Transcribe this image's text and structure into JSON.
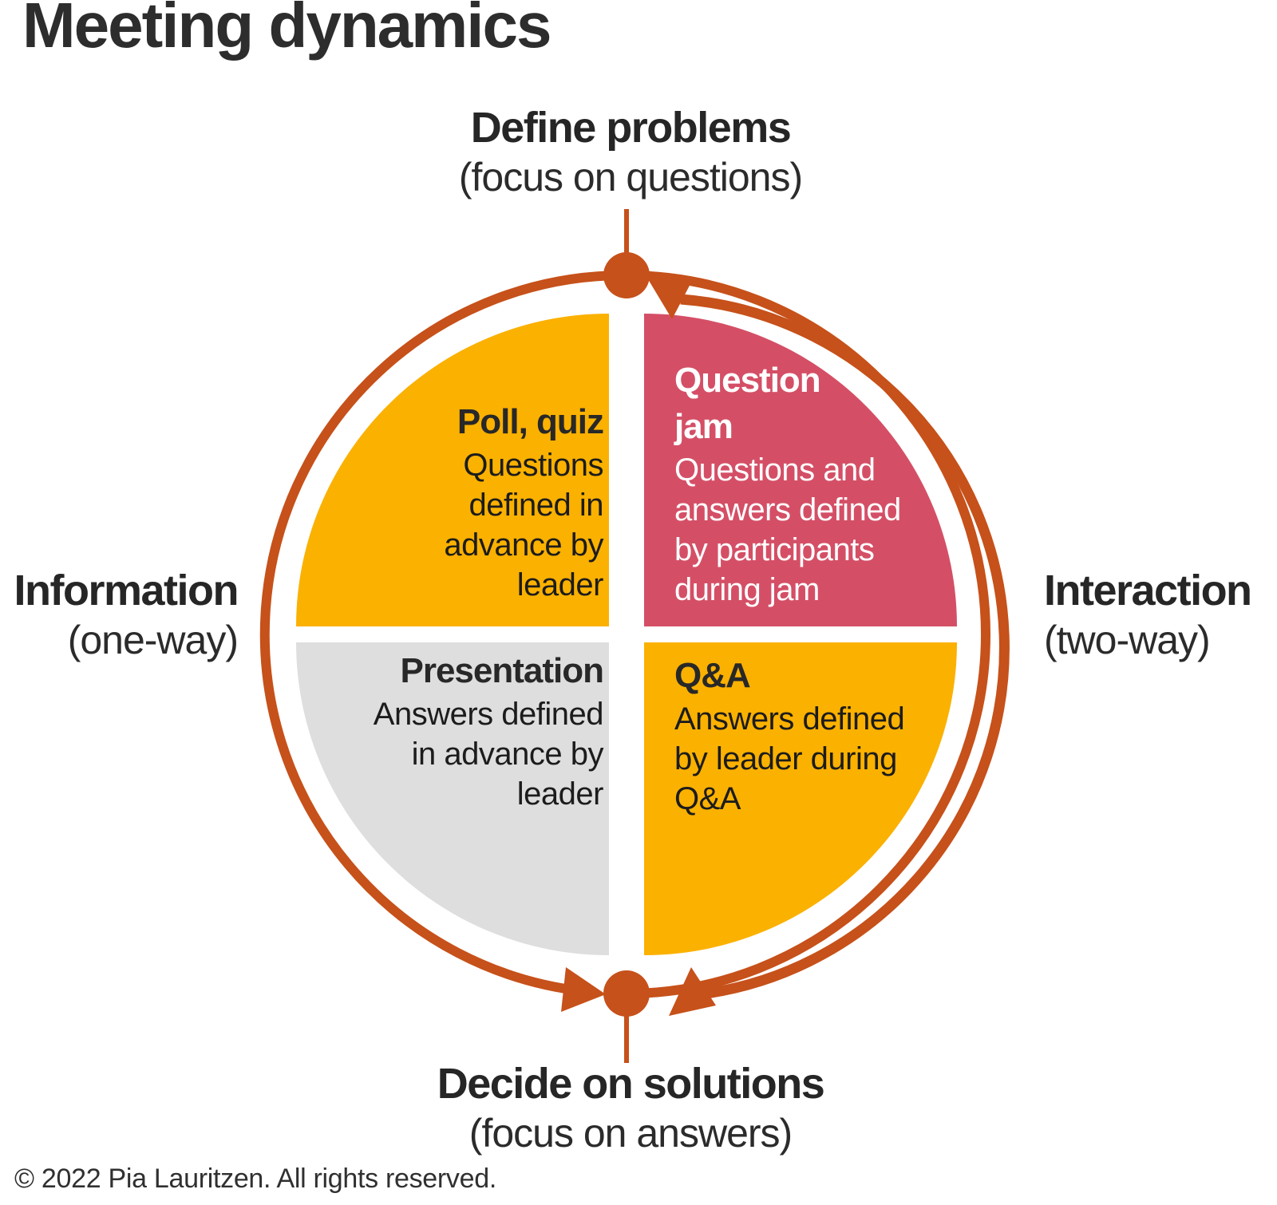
{
  "title": "Meeting dynamics",
  "poles": {
    "top": {
      "label": "Define problems",
      "sub": "(focus on questions)"
    },
    "bottom": {
      "label": "Decide on solutions",
      "sub": "(focus on answers)"
    }
  },
  "sides": {
    "left": {
      "label": "Information",
      "sub": "(one-way)"
    },
    "right": {
      "label": "Interaction",
      "sub": "(two-way)"
    }
  },
  "quadrants": {
    "top_left": {
      "heading": "Poll, quiz",
      "body": "Questions\ndefined in\nadvance by\nleader",
      "color": "#FBB100",
      "text_color": "#1c1c1c"
    },
    "top_right": {
      "heading": "Question\njam",
      "body": "Questions and\nanswers defined\nby participants\nduring jam",
      "color": "#D44F66",
      "text_color": "#ffffff"
    },
    "bottom_left": {
      "heading": "Presentation",
      "body": "Answers defined\nin advance by\nleader",
      "color": "#DEDEDE",
      "text_color": "#1c1c1c"
    },
    "bottom_right": {
      "heading": "Q&A",
      "body": "Answers defined\nby leader during\nQ&A",
      "color": "#FBB100",
      "text_color": "#1c1c1c"
    }
  },
  "colors": {
    "arrow": "#C6511A",
    "background": "#FFFFFF",
    "text": "#282828"
  },
  "footer": {
    "copyright": "© 2022 Pia Lauritzen. All rights reserved."
  }
}
